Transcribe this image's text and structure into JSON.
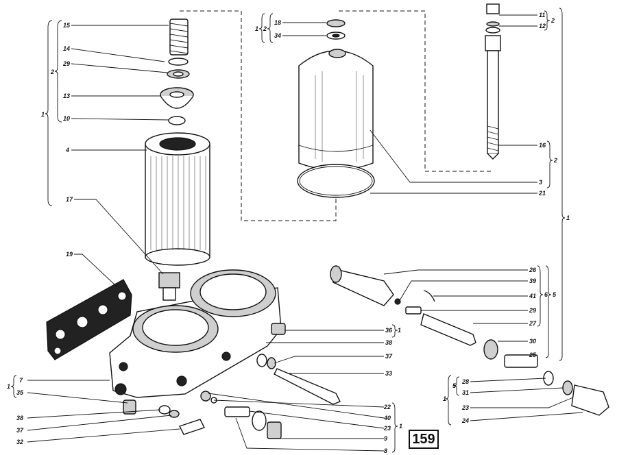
{
  "page_number": "159",
  "callouts": {
    "c15": "15",
    "c14": "14",
    "c29a": "29",
    "c13": "13",
    "c10": "10",
    "c4": "4",
    "g2a": "2",
    "g1a": "1",
    "c17": "17",
    "c19": "19",
    "c18": "18",
    "c34": "34",
    "g2b": "2",
    "g1b": "1",
    "c11": "11",
    "c12": "12",
    "g2c": "2",
    "c16": "16",
    "g2d": "2",
    "c3": "3",
    "c21": "21",
    "g1c": "1",
    "c26": "26",
    "c39": "39",
    "c41": "41",
    "g6": "6",
    "g5": "5",
    "c29b": "29",
    "c27": "27",
    "c30": "30",
    "c25": "25",
    "c36": "36",
    "g1d": "1",
    "c38a": "38",
    "c37a": "37",
    "c33": "33",
    "c7": "7",
    "c35": "35",
    "g1e": "1",
    "c38b": "38",
    "c37b": "37",
    "c32": "32",
    "c22": "22",
    "c40": "40",
    "c23a": "23",
    "c9": "9",
    "c8": "8",
    "g1f": "1",
    "g5b": "5",
    "c28": "28",
    "c31": "31",
    "g1g": "1",
    "c23b": "23",
    "c24": "24"
  }
}
